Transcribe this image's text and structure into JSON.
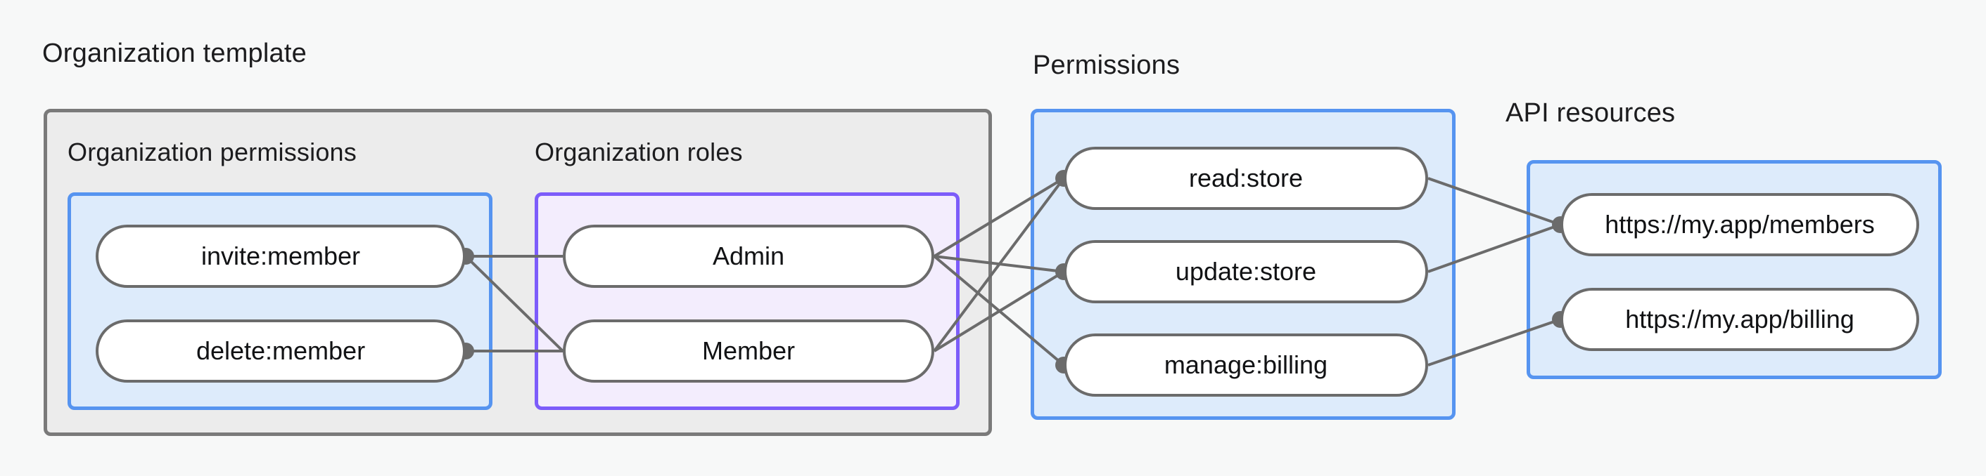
{
  "page": {
    "background_color": "#f7f8f8",
    "title": "Organization template permissions and roles mapping diagram"
  },
  "colors": {
    "outer_group_fill": "#ececec",
    "outer_group_border": "#7a7a7a",
    "blue_fill": "#ddebfb",
    "blue_border": "#5694f0",
    "purple_fill": "#f3edfd",
    "purple_border": "#7c5cfa",
    "node_fill": "#ffffff",
    "node_border": "#6b6b6b",
    "edge": "#6b6b6b",
    "text": "#1c1c1e"
  },
  "groups": {
    "organization_template": {
      "label": "Organization template",
      "subgroups": {
        "organization_permissions": {
          "label": "Organization permissions",
          "nodes": [
            {
              "id": "invite-member",
              "label": "invite:member"
            },
            {
              "id": "delete-member",
              "label": "delete:member"
            }
          ]
        },
        "organization_roles": {
          "label": "Organization roles",
          "nodes": [
            {
              "id": "admin",
              "label": "Admin"
            },
            {
              "id": "member",
              "label": "Member"
            }
          ]
        }
      }
    },
    "permissions": {
      "label": "Permissions",
      "nodes": [
        {
          "id": "read-store",
          "label": "read:store"
        },
        {
          "id": "update-store",
          "label": "update:store"
        },
        {
          "id": "manage-billing",
          "label": "manage:billing"
        }
      ]
    },
    "api_resources": {
      "label": "API resources",
      "nodes": [
        {
          "id": "members-url",
          "label": "https://my.app/members"
        },
        {
          "id": "billing-url",
          "label": "https://my.app/billing"
        }
      ]
    }
  },
  "edges": [
    {
      "from": "invite-member",
      "to": "admin"
    },
    {
      "from": "invite-member",
      "to": "member"
    },
    {
      "from": "delete-member",
      "to": "member"
    },
    {
      "from": "admin",
      "to": "read-store"
    },
    {
      "from": "admin",
      "to": "update-store"
    },
    {
      "from": "admin",
      "to": "manage-billing"
    },
    {
      "from": "member",
      "to": "read-store"
    },
    {
      "from": "member",
      "to": "update-store"
    },
    {
      "from": "read-store",
      "to": "members-url"
    },
    {
      "from": "update-store",
      "to": "members-url"
    },
    {
      "from": "manage-billing",
      "to": "billing-url"
    }
  ]
}
